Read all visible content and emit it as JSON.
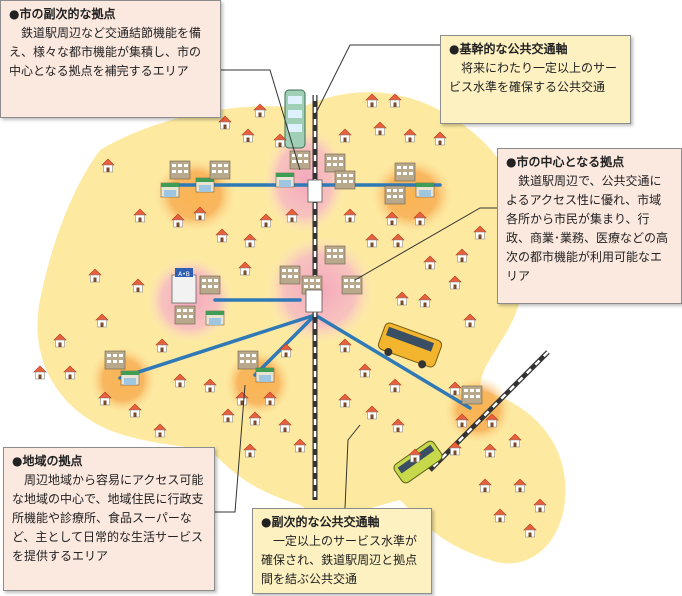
{
  "callouts": {
    "sub_hub": {
      "title": "●市の副次的な拠点",
      "body": "鉄道駅周辺など交通結節機能を備え、様々な都市機能が集積し、市の中心となる拠点を補完するエリア"
    },
    "trunk_line": {
      "title": "●基幹的な公共交通軸",
      "body": "将来にわたり一定以上のサービス水準を確保する公共交通"
    },
    "city_center": {
      "title": "●市の中心となる拠点",
      "body": "鉄道駅周辺で、公共交通によるアクセス性に優れ、市域各所から市民が集まり、行政、商業･業務、医療などの高次の都市機能が利用可能なエリア"
    },
    "regional_hub": {
      "title": "●地域の拠点",
      "body": "周辺地域から容易にアクセス可能な地域の中心で、地域住民に行政支所機能や診療所、食品スーパーなど、主として日常的な生活サービスを提供するエリア"
    },
    "secondary_line": {
      "title": "●副次的な公共交通軸",
      "body": "一定以上のサービス水準が確保され、鉄道駅周辺と拠点間を結ぶ公共交通"
    }
  },
  "map_labels": {
    "hospital_sign": "A•B"
  },
  "colors": {
    "urban_area": "#fdeaa0",
    "hub_glow": "#f6a04a",
    "center_glow": "#f5a6b8",
    "transit_line": "#2f79b6",
    "rail": "#333333",
    "callout_pink": "#fbe8df",
    "callout_yellow": "#fdf1c2"
  }
}
